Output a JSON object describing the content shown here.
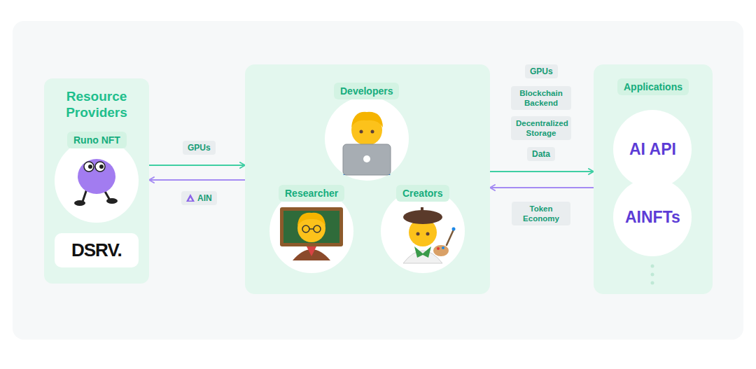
{
  "diagram": {
    "nodes": [
      {
        "text": [
          "Resource Providers"
        ]
      },
      {
        "text": [
          "Runo NFT"
        ],
        "in": 0
      },
      {
        "text": [
          "DSRV."
        ],
        "in": 0
      },
      {
        "text": []
      },
      {
        "text": [
          "Developers"
        ],
        "in": 3
      },
      {
        "text": [
          "Researcher"
        ],
        "in": 3
      },
      {
        "text": [
          "Creators"
        ],
        "in": 3
      },
      {
        "text": [
          "Applications"
        ]
      },
      {
        "text": [
          "AI API"
        ],
        "in": 7
      },
      {
        "text": [
          "AINFTs"
        ],
        "in": 7
      }
    ],
    "edges": [
      {
        "from": 0,
        "to": 3,
        "arrow": "to",
        "label": "GPUs"
      },
      {
        "from": 3,
        "to": 0,
        "arrow": "to",
        "label": "AIN"
      },
      {
        "from": 3,
        "to": 7,
        "arrow": "to",
        "label": "Data"
      },
      {
        "from": 7,
        "to": 3,
        "arrow": "to",
        "label": "Token Economy"
      }
    ],
    "labels": [
      "GPUs",
      "Blockchain Backend",
      "Decentralized Storage"
    ]
  }
}
